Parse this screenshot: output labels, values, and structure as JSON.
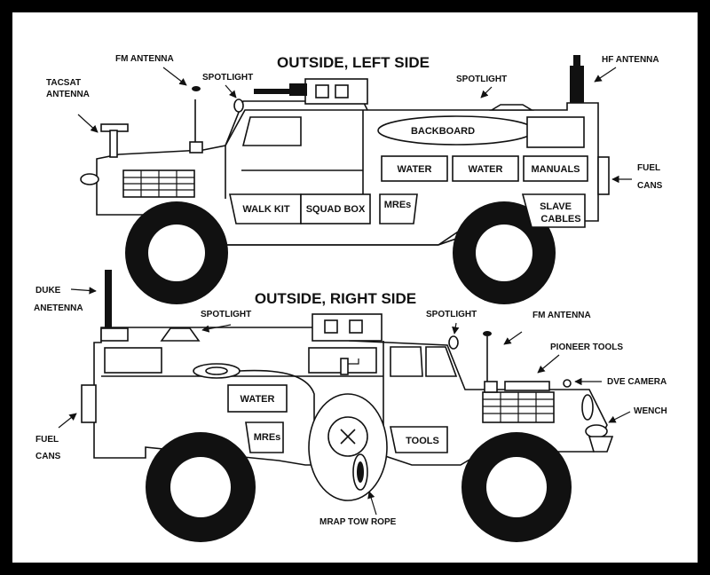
{
  "titles": {
    "left_side": "OUTSIDE, LEFT SIDE",
    "right_side": "OUTSIDE, RIGHT SIDE"
  },
  "left_side": {
    "labels": {
      "fm_antenna": "FM ANTENNA",
      "tacsat_1": "TACSAT",
      "tacsat_2": "ANTENNA",
      "spotlight_front": "SPOTLIGHT",
      "spotlight_rear": "SPOTLIGHT",
      "hf_antenna": "HF ANTENNA",
      "fuel_1": "FUEL",
      "fuel_2": "CANS"
    },
    "compartments": {
      "backboard": "BACKBOARD",
      "water_1": "WATER",
      "water_2": "WATER",
      "manuals": "MANUALS",
      "walk_kit": "WALK KIT",
      "squad_box": "SQUAD BOX",
      "mres": "MREs",
      "slave_1": "SLAVE",
      "slave_2": "CABLES"
    }
  },
  "right_side": {
    "labels": {
      "duke_1": "DUKE",
      "duke_2": "ANETENNA",
      "spotlight_rear": "SPOTLIGHT",
      "spotlight_front": "SPOTLIGHT",
      "fm_antenna": "FM ANTENNA",
      "pioneer_tools": "PIONEER TOOLS",
      "dve_camera": "DVE CAMERA",
      "wench": "WENCH",
      "fuel_1": "FUEL",
      "fuel_2": "CANS",
      "tow_rope": "MRAP TOW ROPE"
    },
    "compartments": {
      "water": "WATER",
      "mres": "MREs",
      "tools": "TOOLS"
    }
  }
}
